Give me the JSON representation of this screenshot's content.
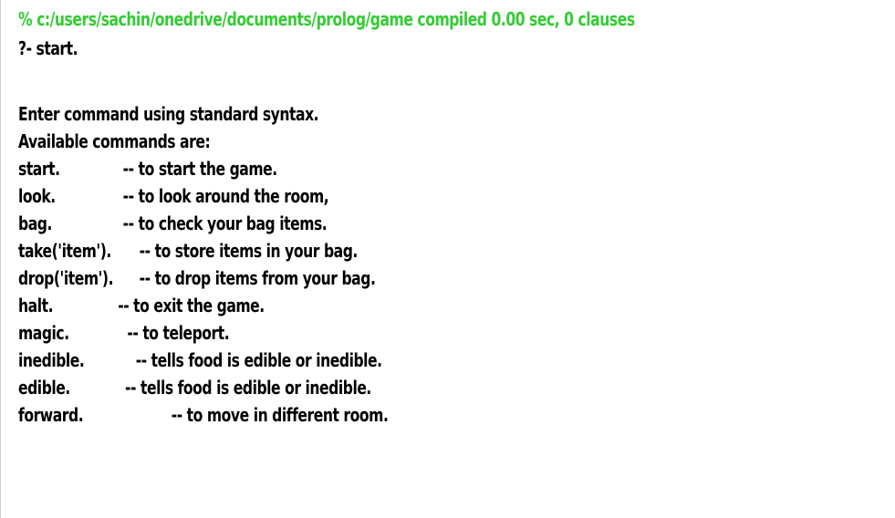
{
  "console": {
    "compile_message": "% c:/users/sachin/onedrive/documents/prolog/game compiled 0.00 sec, 0 clauses",
    "prompt": "?- start.",
    "intro_1": "Enter command using standard syntax.",
    "intro_2": "Available commands are:",
    "commands": [
      {
        "cmd": "start.",
        "desc": "-- to start the game."
      },
      {
        "cmd": "look.",
        "desc": "-- to look around the room,"
      },
      {
        "cmd": "bag.",
        "desc": "-- to check your bag items."
      },
      {
        "cmd": "take('item').",
        "desc": "-- to store items in your bag."
      },
      {
        "cmd": "drop('item').",
        "desc": "-- to drop items from your bag."
      },
      {
        "cmd": "halt.",
        "desc": "-- to exit the game."
      },
      {
        "cmd": "magic.",
        "desc": "-- to teleport."
      },
      {
        "cmd": "inedible.",
        "desc": "-- tells food is edible or inedible."
      },
      {
        "cmd": "edible.",
        "desc": "-- tells food is edible or inedible."
      },
      {
        "cmd": "forward.",
        "desc": "-- to move in different room."
      }
    ],
    "colors": {
      "compile_text": "#33cc33",
      "text": "#000000",
      "background": "#ffffff"
    }
  }
}
